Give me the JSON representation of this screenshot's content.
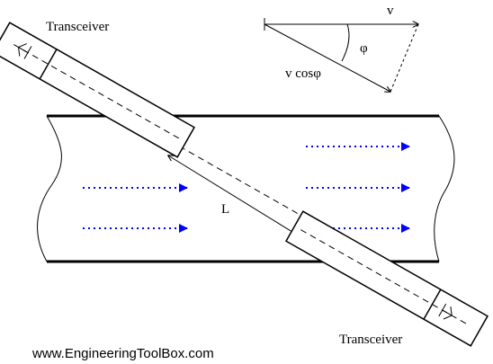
{
  "labels": {
    "transceiver_top": "Transceiver",
    "transceiver_bottom": "Transceiver",
    "path_length": "L",
    "velocity": "v",
    "angle": "φ",
    "velocity_component": "v cosφ",
    "credit": "www.EngineeringToolBox.com"
  },
  "colors": {
    "flow_arrows": "#0000ff",
    "lines": "#000000",
    "background": "#ffffff"
  }
}
